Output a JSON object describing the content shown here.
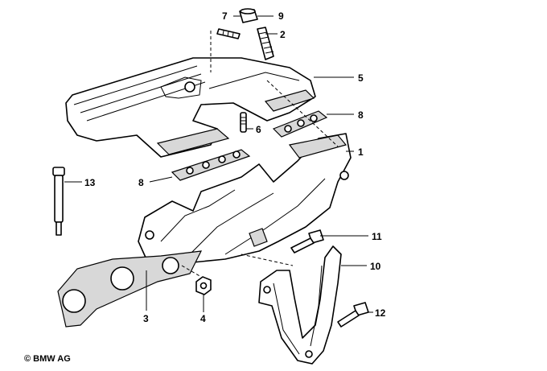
{
  "callouts": [
    {
      "id": "1",
      "label": "1"
    },
    {
      "id": "2",
      "label": "2"
    },
    {
      "id": "3",
      "label": "3"
    },
    {
      "id": "4",
      "label": "4"
    },
    {
      "id": "5",
      "label": "5"
    },
    {
      "id": "6",
      "label": "6"
    },
    {
      "id": "7",
      "label": "7"
    },
    {
      "id": "8a",
      "label": "8"
    },
    {
      "id": "8b",
      "label": "8"
    },
    {
      "id": "9",
      "label": "9"
    },
    {
      "id": "10",
      "label": "10"
    },
    {
      "id": "11",
      "label": "11"
    },
    {
      "id": "12",
      "label": "12"
    },
    {
      "id": "13",
      "label": "13"
    }
  ],
  "copyright": "© BMW AG"
}
